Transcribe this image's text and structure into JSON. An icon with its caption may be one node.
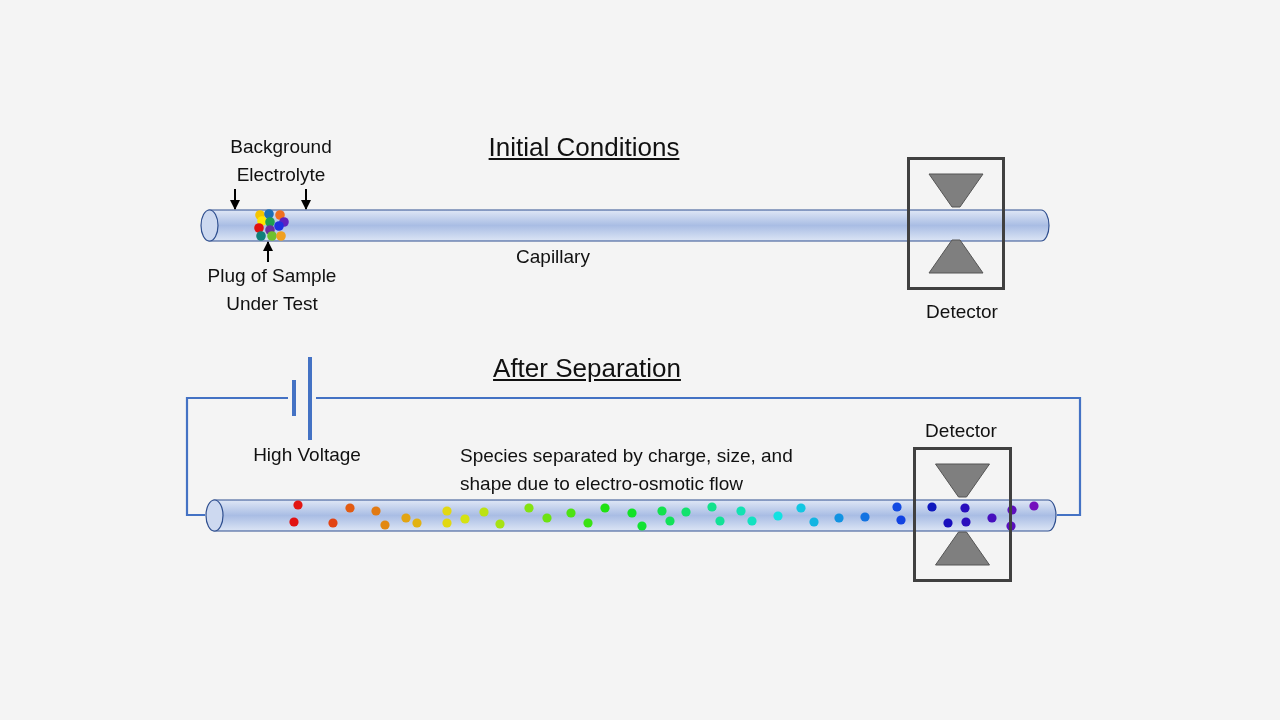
{
  "diagram": {
    "nodes": [
      {
        "text": [
          "Background Electrolyte"
        ]
      },
      {
        "text": [],
        "shape": "cylinder",
        "beside": [
          "Capillary"
        ]
      },
      {
        "text": [
          "Plug of Sample Under Test"
        ]
      },
      {
        "text": [],
        "shape": "picture",
        "in": 1
      },
      {
        "text": [],
        "shape": "box",
        "beside": [
          "Detector"
        ]
      },
      {
        "text": [],
        "shape": "battery",
        "beside": [
          "High Voltage"
        ]
      },
      {
        "text": [],
        "shape": "cylinder",
        "beside": [
          "Species separated by charge, size, and shape due to electro-osmotic flow"
        ]
      },
      {
        "text": [],
        "shape": "box",
        "beside": [
          "Detector"
        ]
      }
    ],
    "edges": [
      {
        "from": 0,
        "to": 1,
        "arrow": "to"
      },
      {
        "from": 0,
        "to": 1,
        "arrow": "to"
      },
      {
        "from": 2,
        "to": 3,
        "arrow": "to"
      },
      {
        "from": 5,
        "to": 6,
        "arrow": "none",
        "color": "#4472c4"
      },
      {
        "from": 5,
        "to": 6,
        "arrow": "none",
        "color": "#4472c4"
      }
    ],
    "labels": [
      "Initial Conditions",
      "After Separation"
    ]
  }
}
